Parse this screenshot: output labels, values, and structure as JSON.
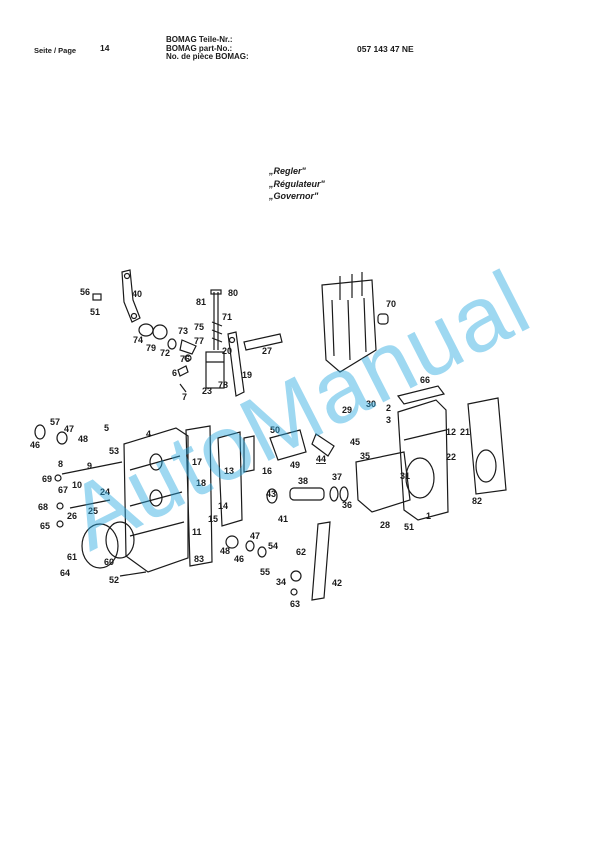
{
  "header": {
    "page_label": "Seite / Page",
    "page_number": "14",
    "part_labels": [
      "BOMAG Teile-Nr.:",
      "BOMAG part-No.:",
      "No. de pièce BOMAG:"
    ],
    "part_number": "057 143 47 NE"
  },
  "titles": [
    "„Regler\"",
    "„Régulateur\"",
    "„Governor\""
  ],
  "callouts": [
    "56",
    "40",
    "51",
    "81",
    "80",
    "75",
    "71",
    "74",
    "79",
    "72",
    "73",
    "77",
    "76",
    "20",
    "6",
    "7",
    "23",
    "78",
    "19",
    "27",
    "70",
    "66",
    "57",
    "47",
    "46",
    "48",
    "4",
    "5",
    "53",
    "9",
    "8",
    "69",
    "10",
    "17",
    "18",
    "13",
    "16",
    "50",
    "49",
    "44",
    "45",
    "29",
    "30",
    "2",
    "3",
    "35",
    "31",
    "12",
    "21",
    "22",
    "67",
    "68",
    "26",
    "25",
    "24",
    "65",
    "61",
    "60",
    "64",
    "52",
    "83",
    "14",
    "15",
    "11",
    "47",
    "48",
    "46",
    "54",
    "55",
    "43",
    "38",
    "37",
    "36",
    "41",
    "28",
    "51",
    "1",
    "82",
    "62",
    "34",
    "42",
    "63"
  ],
  "watermark": "AutoManual",
  "colors": {
    "watermark": "#29a9e1",
    "ink": "#1a1a1a"
  }
}
